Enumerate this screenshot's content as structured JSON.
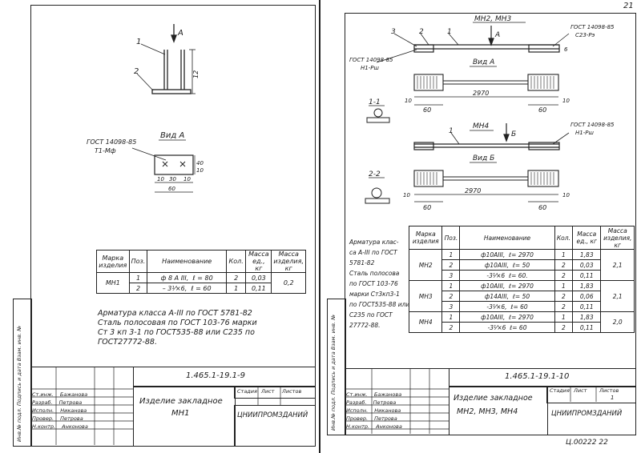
{
  "page_number": "21",
  "left": {
    "labels": {
      "callout_1": "1",
      "callout_2": "2",
      "arrow_a": "A",
      "dim_12": "12"
    },
    "view_a": {
      "title": "Вид А",
      "gost": "ГОСТ 14098-85",
      "weld": "Т1-Мф",
      "dims": {
        "d1": "10",
        "d2": "30",
        "d3": "10",
        "d4": "60",
        "d5": "40",
        "d6": "10"
      }
    },
    "table": {
      "headers": [
        "Марка изделия",
        "Поз.",
        "Наименование",
        "Кол.",
        "Масса ед., кг",
        "Масса изделия, кг"
      ],
      "mark": "МН1",
      "rows": [
        {
          "pos": "1",
          "name": "ф 8 А III,",
          "len": "ℓ = 80",
          "qty": "2",
          "mass": "0,03"
        },
        {
          "pos": "2",
          "name": "– 3⅟×6,",
          "len": "ℓ = 60",
          "qty": "1",
          "mass": "0,11"
        }
      ],
      "total": "0,2"
    },
    "note_lines": [
      "Арматура класса  А-III по ГОСТ 5781-82",
      "Сталь полосовая по ГОСТ 103-76 марки",
      "Ст 3 кп 3-1 по ГОСТ535-88 или С235 по",
      "ГОСТ27772-88."
    ],
    "stamp": {
      "doc_code": "1.465.1-19.1-9",
      "title": "Изделие закладное",
      "subtitle": "МН1",
      "col_stage": "Стадия",
      "col_sheet": "Лист",
      "col_sheets": "Листов",
      "org": "ЦНИИПРОМЗДАНИЙ",
      "people": [
        {
          "role": "Ст.инж.",
          "name": "Бажанова"
        },
        {
          "role": "Разраб.",
          "name": "Петрова"
        },
        {
          "role": "Исполн.",
          "name": "Никанова"
        },
        {
          "role": "Провер.",
          "name": "Петрова"
        },
        {
          "role": "Н.контр.",
          "name": "Анконова"
        }
      ],
      "side_labels": "Инв.№ подл.  Подпись и дата  Взам. инв. №"
    }
  },
  "right": {
    "top_title": "МН2, МН3",
    "labels": {
      "c3": "3",
      "c2": "2",
      "c1": "1",
      "arrow_a": "А",
      "c1b": "1"
    },
    "gost_right_1": "ГОСТ 14098-85",
    "weld_right_1": "С23-Рэ",
    "gost_left": "ГОСТ 14098-85",
    "weld_left": "Н1-Рш",
    "view_a_title": "Вид А",
    "section_1": "1-1",
    "section_2": "2-2",
    "dims_a": {
      "len": "2970",
      "left": "60",
      "right": "60",
      "side_l": "10",
      "side_r": "10",
      "side_s": "6"
    },
    "mn4_title": "МН4",
    "arrow_b": "Б",
    "gost_right_2": "ГОСТ 14098-85",
    "weld_right_2": "Н1-Рш",
    "view_b_title": "Вид Б",
    "dims_b": {
      "len": "2970",
      "left": "60",
      "right": "60",
      "side_l": "10",
      "side_r": "10"
    },
    "note_lines": [
      "Арматура клас-",
      "са А-III по ГОСТ",
      "5781-82",
      "Сталь полосова",
      "по ГОСТ 103-76",
      "марки Ст3кп3-1",
      "по ГОСТ535-88 или",
      "С235 по ГОСТ",
      "27772-88."
    ],
    "table": {
      "headers": [
        "Марка изделия",
        "Поз.",
        "Наименование",
        "Кол.",
        "Масса ед., кг",
        "Масса изделия, кг"
      ],
      "groups": [
        {
          "mark": "МН2",
          "total": "2,1",
          "rows": [
            {
              "pos": "1",
              "name": "ф10АIII,",
              "len": "ℓ= 2970",
              "qty": "1",
              "mass": "1,83"
            },
            {
              "pos": "2",
              "name": "ф10АIII,",
              "len": "ℓ= 50",
              "qty": "2",
              "mass": "0,03"
            },
            {
              "pos": "3",
              "name": "-3⅟×6",
              "len": "ℓ= 60.",
              "qty": "2",
              "mass": "0,11"
            }
          ]
        },
        {
          "mark": "МН3",
          "total": "2,1",
          "rows": [
            {
              "pos": "1",
              "name": "ф10АIII,",
              "len": "ℓ= 2970",
              "qty": "1",
              "mass": "1,83"
            },
            {
              "pos": "2",
              "name": "ф14АIII,",
              "len": "ℓ= 50",
              "qty": "2",
              "mass": "0,06"
            },
            {
              "pos": "3",
              "name": "-3⅟×6,",
              "len": "ℓ= 60",
              "qty": "2",
              "mass": "0,11"
            }
          ]
        },
        {
          "mark": "МН4",
          "total": "2,0",
          "rows": [
            {
              "pos": "1",
              "name": "ф10АIII,",
              "len": "ℓ= 2970",
              "qty": "1",
              "mass": "1,83"
            },
            {
              "pos": "2",
              "name": "-3⅟×6",
              "len": "ℓ= 60",
              "qty": "2",
              "mass": "0,11"
            }
          ]
        }
      ]
    },
    "stamp": {
      "doc_code": "1.465.1-19.1-10",
      "title": "Изделие закладное",
      "subtitle": "МН2, МН3, МН4",
      "col_stage": "Стадия",
      "col_sheet": "Лист",
      "col_sheets": "Листов",
      "sheet_count": "1",
      "org": "ЦНИИПРОМЗДАНИЙ",
      "people": [
        {
          "role": "Ст.инж.",
          "name": "Бажанова"
        },
        {
          "role": "Разраб.",
          "name": "Петрова"
        },
        {
          "role": "Исполн.",
          "name": "Никанова"
        },
        {
          "role": "Провер.",
          "name": "Петрова"
        },
        {
          "role": "Н.контр.",
          "name": "Анконова"
        }
      ],
      "side_labels": "Инв.№ подл.  Подпись и дата  Взам. инв. №"
    },
    "archive_code": "Ц.00222   22"
  }
}
